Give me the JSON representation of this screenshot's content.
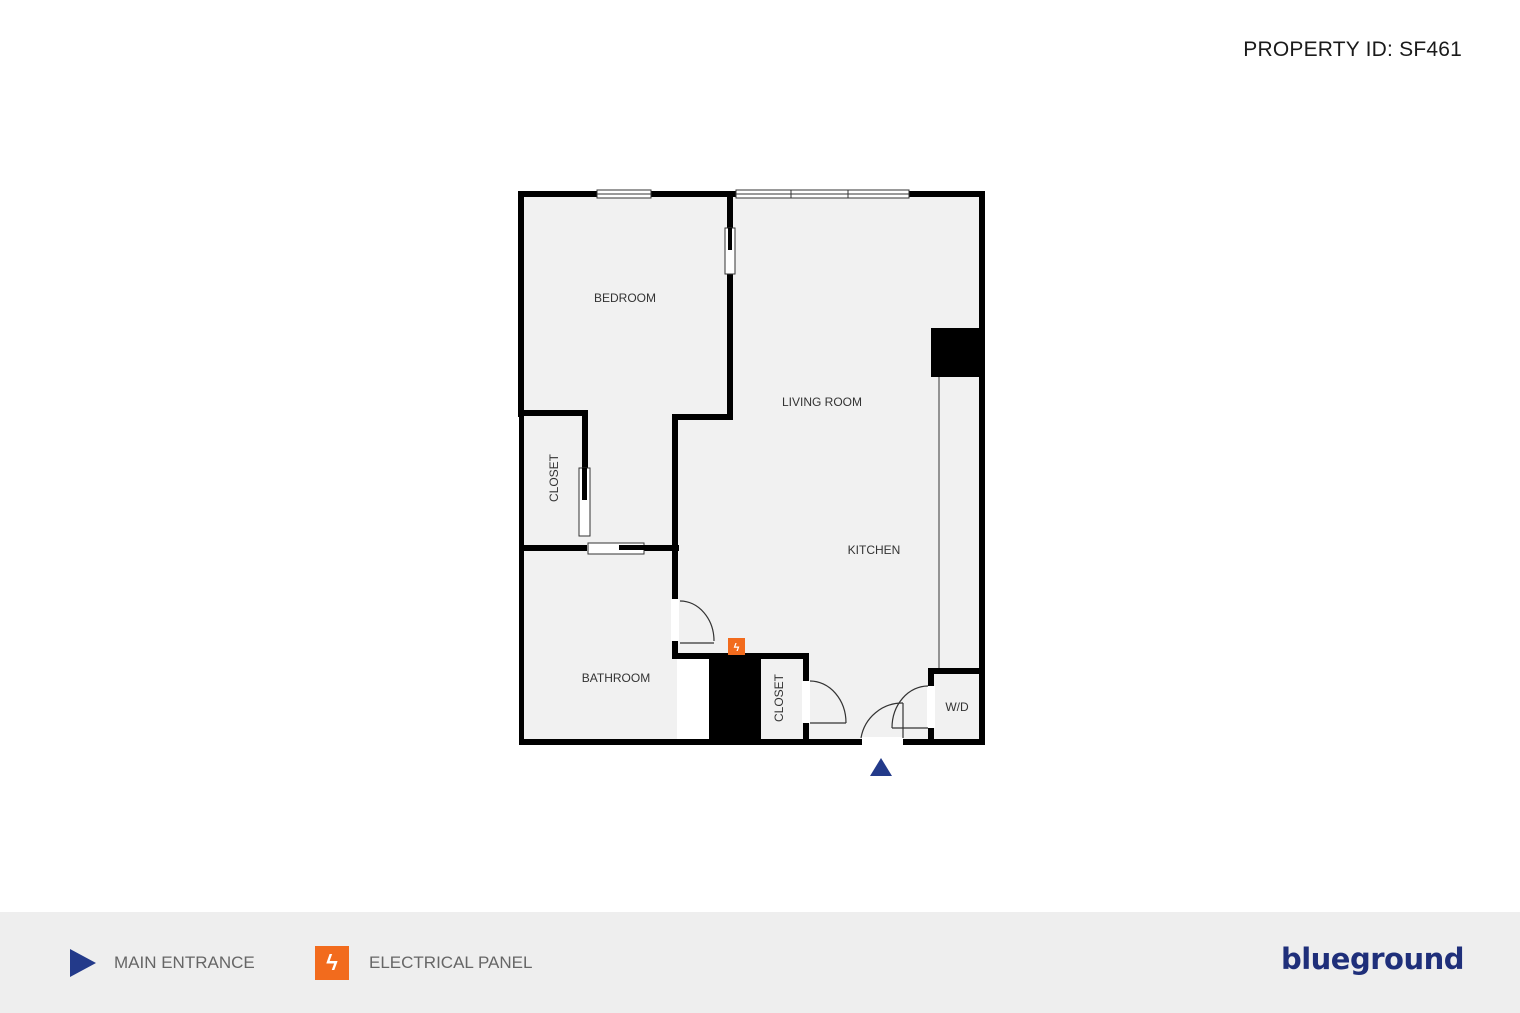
{
  "header": {
    "property_id": "PROPERTY ID: SF461"
  },
  "rooms": {
    "bedroom": "BEDROOM",
    "living_room": "LIVING ROOM",
    "kitchen": "KITCHEN",
    "closet_left": "CLOSET",
    "bathroom": "BATHROOM",
    "closet_bottom": "CLOSET",
    "wd": "W/D"
  },
  "markers": {
    "main_entrance_color": "#233a8a",
    "electrical_panel_color": "#f26b1d"
  },
  "legend": {
    "items": [
      {
        "icon": "main-entrance-icon",
        "label": "MAIN ENTRANCE"
      },
      {
        "icon": "electrical-panel-icon",
        "label": "ELECTRICAL PANEL"
      }
    ]
  },
  "brand": {
    "logo": "blueground"
  }
}
